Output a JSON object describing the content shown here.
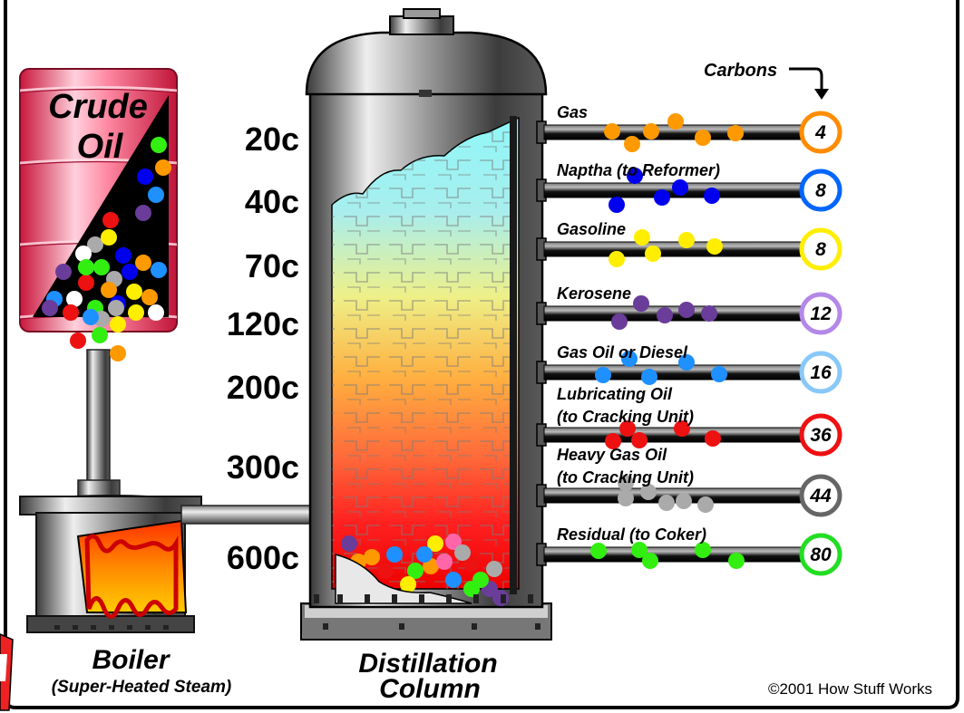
{
  "diagram": {
    "crude_oil": {
      "line1": "Crude",
      "line2": "Oil"
    },
    "boiler": {
      "title": "Boiler",
      "subtitle": "(Super-Heated Steam)"
    },
    "column": {
      "line1": "Distillation",
      "line2": "Column"
    },
    "carbons_label": "Carbons",
    "copyright": "©2001 How Stuff Works",
    "temperatures": [
      "20c",
      "40c",
      "70c",
      "120c",
      "200c",
      "300c",
      "600c"
    ],
    "fractions": [
      {
        "line1": "Gas",
        "line2": "",
        "carbons": "4",
        "color": "#ff8c00"
      },
      {
        "line1": "Naptha (to Reformer)",
        "line2": "",
        "carbons": "8",
        "color": "#0066ff"
      },
      {
        "line1": "Gasoline",
        "line2": "",
        "carbons": "8",
        "color": "#ffee00"
      },
      {
        "line1": "Kerosene",
        "line2": "",
        "carbons": "12",
        "color": "#b388e8"
      },
      {
        "line1": "Gas Oil or Diesel",
        "line2": "",
        "carbons": "16",
        "color": "#88c8f8"
      },
      {
        "line1": "Lubricating Oil",
        "line2": "(to Cracking Unit)",
        "carbons": "36",
        "color": "#ee1111"
      },
      {
        "line1": "Heavy Gas Oil",
        "line2": "(to Cracking Unit)",
        "carbons": "44",
        "color": "#666666"
      },
      {
        "line1": "Residual (to Coker)",
        "line2": "",
        "carbons": "80",
        "color": "#22dd22"
      }
    ],
    "colors": {
      "gas": "#ff9900",
      "naptha": "#0000ee",
      "gasoline": "#ffee00",
      "kerosene": "#6a3d9a",
      "diesel": "#1e90ff",
      "lubricating": "#ee1111",
      "heavy": "#aaaaaa",
      "residual": "#33ee11"
    }
  }
}
